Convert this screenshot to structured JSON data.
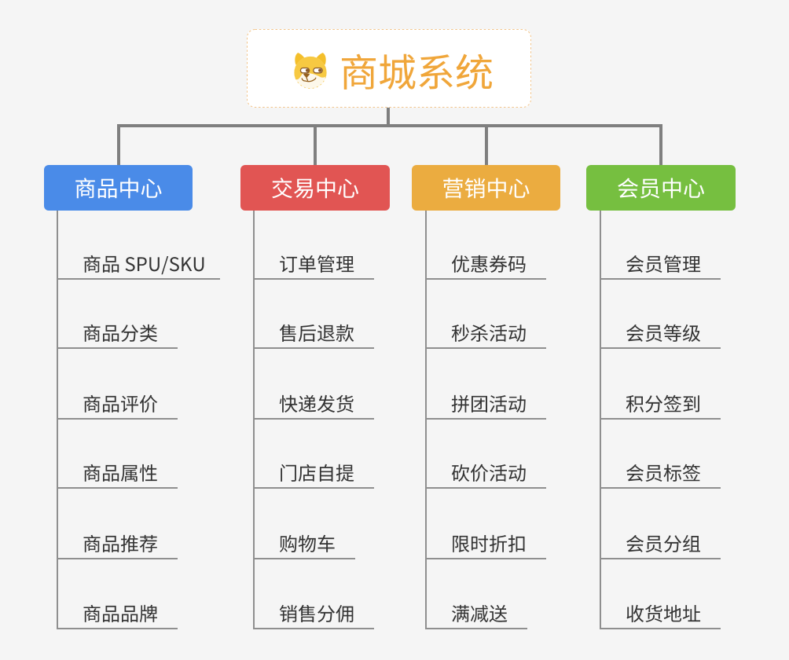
{
  "page": {
    "background": "#f5f5f5"
  },
  "root": {
    "title": "商城系统",
    "icon": "shiba-dog-icon",
    "text_color": "#f0a63a"
  },
  "branches": [
    {
      "label": "商品中心",
      "color": "#4a8be8",
      "children": [
        "商品 SPU/SKU",
        "商品分类",
        "商品评价",
        "商品属性",
        "商品推荐",
        "商品品牌"
      ]
    },
    {
      "label": "交易中心",
      "color": "#e15553",
      "children": [
        "订单管理",
        "售后退款",
        "快递发货",
        "门店自提",
        "购物车",
        "销售分佣"
      ]
    },
    {
      "label": "营销中心",
      "color": "#ebac40",
      "children": [
        "优惠券码",
        "秒杀活动",
        "拼团活动",
        "砍价活动",
        "限时折扣",
        "满减送"
      ]
    },
    {
      "label": "会员中心",
      "color": "#76bf40",
      "children": [
        "会员管理",
        "会员等级",
        "积分签到",
        "会员标签",
        "会员分组",
        "收货地址"
      ]
    }
  ],
  "connectors": {
    "trunk_color": "#7f7f7f",
    "branch_line_color": "#8f8f8f"
  }
}
